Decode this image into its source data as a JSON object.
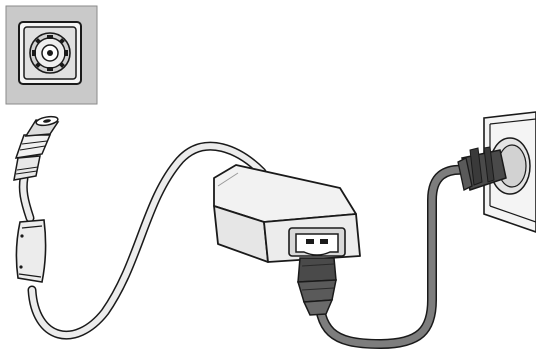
{
  "diagram": {
    "elements": [
      {
        "id": "inset-port-closeup",
        "kind": "inset panel",
        "label": ""
      },
      {
        "id": "dc-barrel-plug",
        "kind": "connector",
        "label": ""
      },
      {
        "id": "ferrite-bead",
        "kind": "component",
        "label": ""
      },
      {
        "id": "dc-output-cable",
        "kind": "cable",
        "label": ""
      },
      {
        "id": "power-adapter-brick",
        "kind": "device",
        "label": ""
      },
      {
        "id": "ac-inlet-c8",
        "kind": "socket",
        "label": ""
      },
      {
        "id": "ac-power-cord",
        "kind": "cable",
        "label": ""
      },
      {
        "id": "ac-plug",
        "kind": "connector",
        "label": ""
      },
      {
        "id": "wall-outlet",
        "kind": "socket",
        "label": ""
      }
    ],
    "colors": {
      "inset_fill": "#c9c9c9",
      "cable_light": "#e6e6e6",
      "cable_dark": "#7d7d7d",
      "outline": "#1a1a1a",
      "adapter_top": "#f2f2f2",
      "adapter_side": "#e2e2e2",
      "plug_dark": "#4a4a4a"
    }
  }
}
